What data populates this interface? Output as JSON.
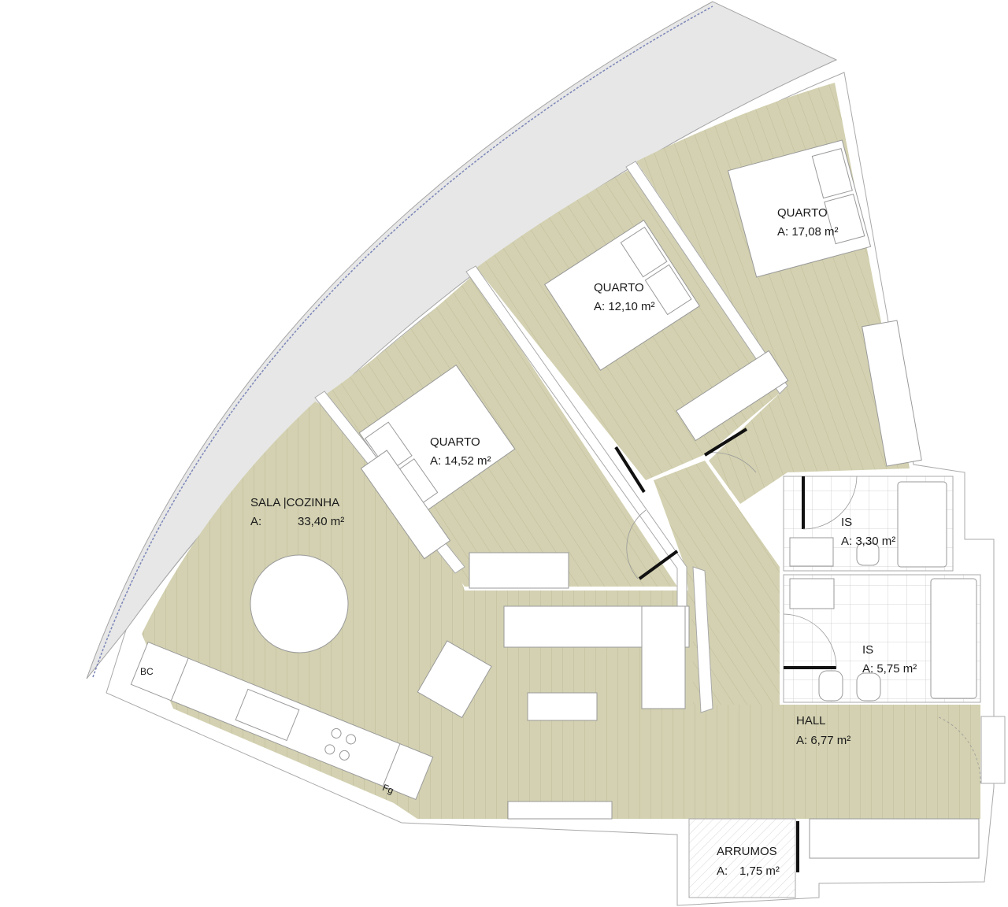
{
  "title": "Floor plan",
  "colors": {
    "floor": "#d3d1b1",
    "floor_line": "#bebc98",
    "terrace": "#e7e7e7",
    "wall": "#ffffff",
    "wall_edge": "#a9a9a9",
    "door": "#111111",
    "window": "#7b86b8"
  },
  "rooms": [
    {
      "name": "QUARTO",
      "area": "A: 17,08 m²"
    },
    {
      "name": "QUARTO",
      "area": "A: 12,10 m²"
    },
    {
      "name": "QUARTO",
      "area": "A: 14,52 m²"
    },
    {
      "name": "SALA |COZINHA",
      "area_prefix": "A:",
      "area": "33,40 m²"
    },
    {
      "name": "IS",
      "area": "A: 3,30 m²"
    },
    {
      "name": "IS",
      "area": "A: 5,75 m²"
    },
    {
      "name": "HALL",
      "area": "A: 6,77 m²"
    },
    {
      "name": "ARRUMOS",
      "area_prefix": "A:",
      "area": "1,75 m²"
    }
  ],
  "kitchen": {
    "bc_label": "BC",
    "fg_label": "Fg"
  }
}
